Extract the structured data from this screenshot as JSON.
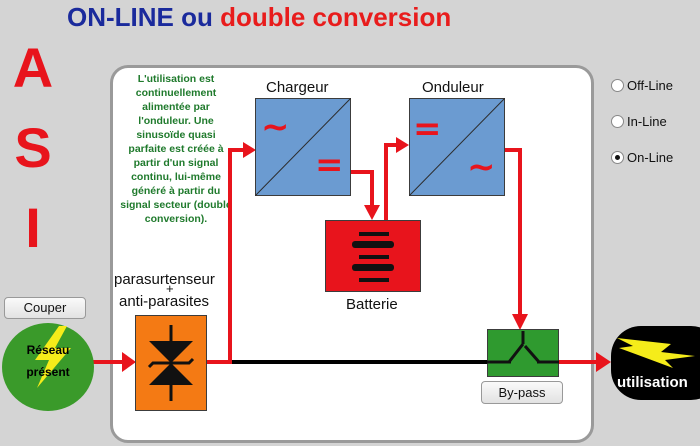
{
  "title": {
    "part1": "ON-LINE ou ",
    "part2": "double conversion"
  },
  "asi": [
    "A",
    "S",
    "I"
  ],
  "description": "L'utilisation est continuellement alimentée par l'onduleur. Une sinusoïde quasi parfaite est créée à partir d'un signal continu, lui-même généré à partir du signal secteur (double conversion).",
  "labels": {
    "chargeur": "Chargeur",
    "onduleur": "Onduleur",
    "batterie": "Batterie",
    "parasurtenseur": "parasurtenseur",
    "plus": "+",
    "anti_parasites": "anti-parasites"
  },
  "buttons": {
    "couper": "Couper",
    "bypass": "By-pass"
  },
  "reseau": {
    "line1": "Réseau",
    "line2": "présent"
  },
  "utilisation": "utilisation",
  "modes": [
    {
      "label": "Off-Line",
      "checked": false
    },
    {
      "label": "In-Line",
      "checked": false
    },
    {
      "label": "On-Line",
      "checked": true
    }
  ],
  "symbols": {
    "ac": "~",
    "dc": "="
  },
  "colors": {
    "red": "#e8141c",
    "blue_box": "#6b9bd1",
    "orange": "#f47a14",
    "green_switch": "#2f9a2f",
    "green_circle": "#3a9a2a"
  }
}
